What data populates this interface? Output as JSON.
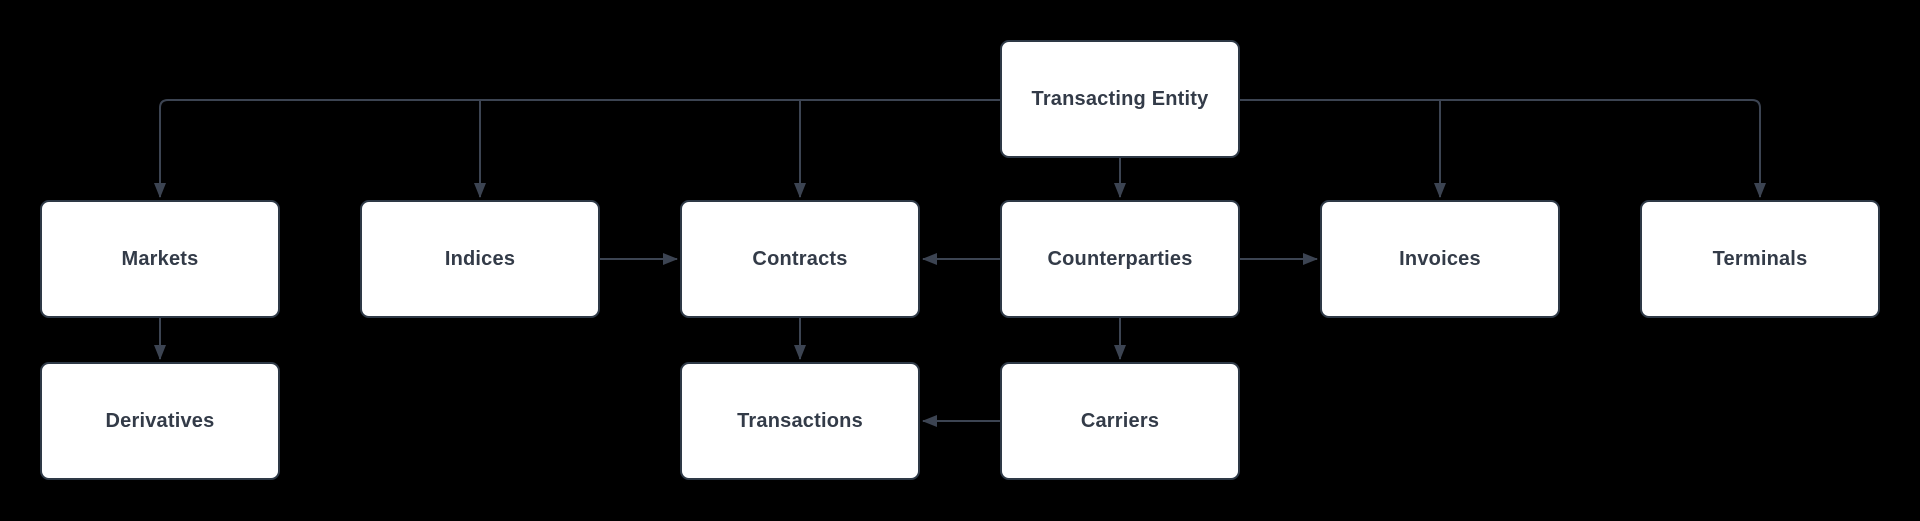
{
  "colors": {
    "background": "#000000",
    "node_fill": "#ffffff",
    "node_border": "#2e3946",
    "node_text": "#333b48",
    "connector": "#3c4452"
  },
  "nodes": [
    {
      "id": "transacting-entity",
      "label": "Transacting Entity"
    },
    {
      "id": "markets",
      "label": "Markets"
    },
    {
      "id": "indices",
      "label": "Indices"
    },
    {
      "id": "contracts",
      "label": "Contracts"
    },
    {
      "id": "counterparties",
      "label": "Counterparties"
    },
    {
      "id": "invoices",
      "label": "Invoices"
    },
    {
      "id": "terminals",
      "label": "Terminals"
    },
    {
      "id": "derivatives",
      "label": "Derivatives"
    },
    {
      "id": "transactions",
      "label": "Transactions"
    },
    {
      "id": "carriers",
      "label": "Carriers"
    }
  ],
  "edges": [
    {
      "from": "transacting-entity",
      "to": "markets"
    },
    {
      "from": "transacting-entity",
      "to": "indices"
    },
    {
      "from": "transacting-entity",
      "to": "contracts"
    },
    {
      "from": "transacting-entity",
      "to": "counterparties"
    },
    {
      "from": "transacting-entity",
      "to": "invoices"
    },
    {
      "from": "transacting-entity",
      "to": "terminals"
    },
    {
      "from": "markets",
      "to": "derivatives"
    },
    {
      "from": "indices",
      "to": "contracts"
    },
    {
      "from": "counterparties",
      "to": "contracts"
    },
    {
      "from": "counterparties",
      "to": "invoices"
    },
    {
      "from": "contracts",
      "to": "transactions"
    },
    {
      "from": "counterparties",
      "to": "carriers"
    },
    {
      "from": "carriers",
      "to": "transactions"
    }
  ]
}
